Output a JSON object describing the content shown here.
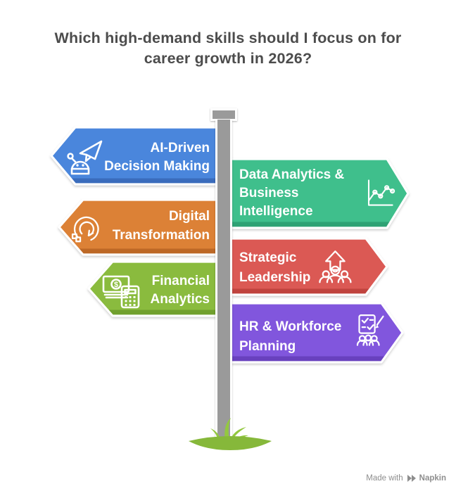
{
  "title_lines": [
    "Which high-demand skills should I focus on for",
    "career growth in 2026?"
  ],
  "signs": [
    {
      "id": "ai-driven-decision-making",
      "lines": [
        "AI-Driven",
        "Decision Making"
      ],
      "color": "#4A86DC",
      "bevel": "#3A6CBC",
      "direction": "left",
      "icon": "robot-send-icon"
    },
    {
      "id": "data-analytics-business-intelligence",
      "lines": [
        "Data Analytics &",
        "Business",
        "Intelligence"
      ],
      "color": "#3FBF8C",
      "bevel": "#2EA274",
      "direction": "right",
      "icon": "line-chart-icon"
    },
    {
      "id": "digital-transformation",
      "lines": [
        "Digital",
        "Transformation"
      ],
      "color": "#DC8136",
      "bevel": "#BD6826",
      "direction": "left",
      "icon": "circular-arrows-pixels-icon"
    },
    {
      "id": "strategic-leadership",
      "lines": [
        "Strategic",
        "Leadership"
      ],
      "color": "#DB5954",
      "bevel": "#C0433E",
      "direction": "right",
      "icon": "team-growth-arrow-icon"
    },
    {
      "id": "financial-analytics",
      "lines": [
        "Financial",
        "Analytics"
      ],
      "color": "#8ABB3E",
      "bevel": "#71A02E",
      "direction": "left",
      "icon": "cash-calculator-icon"
    },
    {
      "id": "hr-workforce-planning",
      "lines": [
        "HR & Workforce",
        "Planning"
      ],
      "color": "#8156DD",
      "bevel": "#6941BE",
      "direction": "right",
      "icon": "checklist-pencil-people-icon"
    }
  ],
  "colors": {
    "title_text": "#4C4C4C",
    "pole": "#9A9A9A",
    "pole_border": "#FFFFFF",
    "sign_text": "#FFFFFF",
    "grass_mound": "#86B83A",
    "grass_blades": "#93C83F",
    "watermark": "#8E8E8E"
  },
  "footer": {
    "made_with": "Made with",
    "brand": "Napkin"
  }
}
